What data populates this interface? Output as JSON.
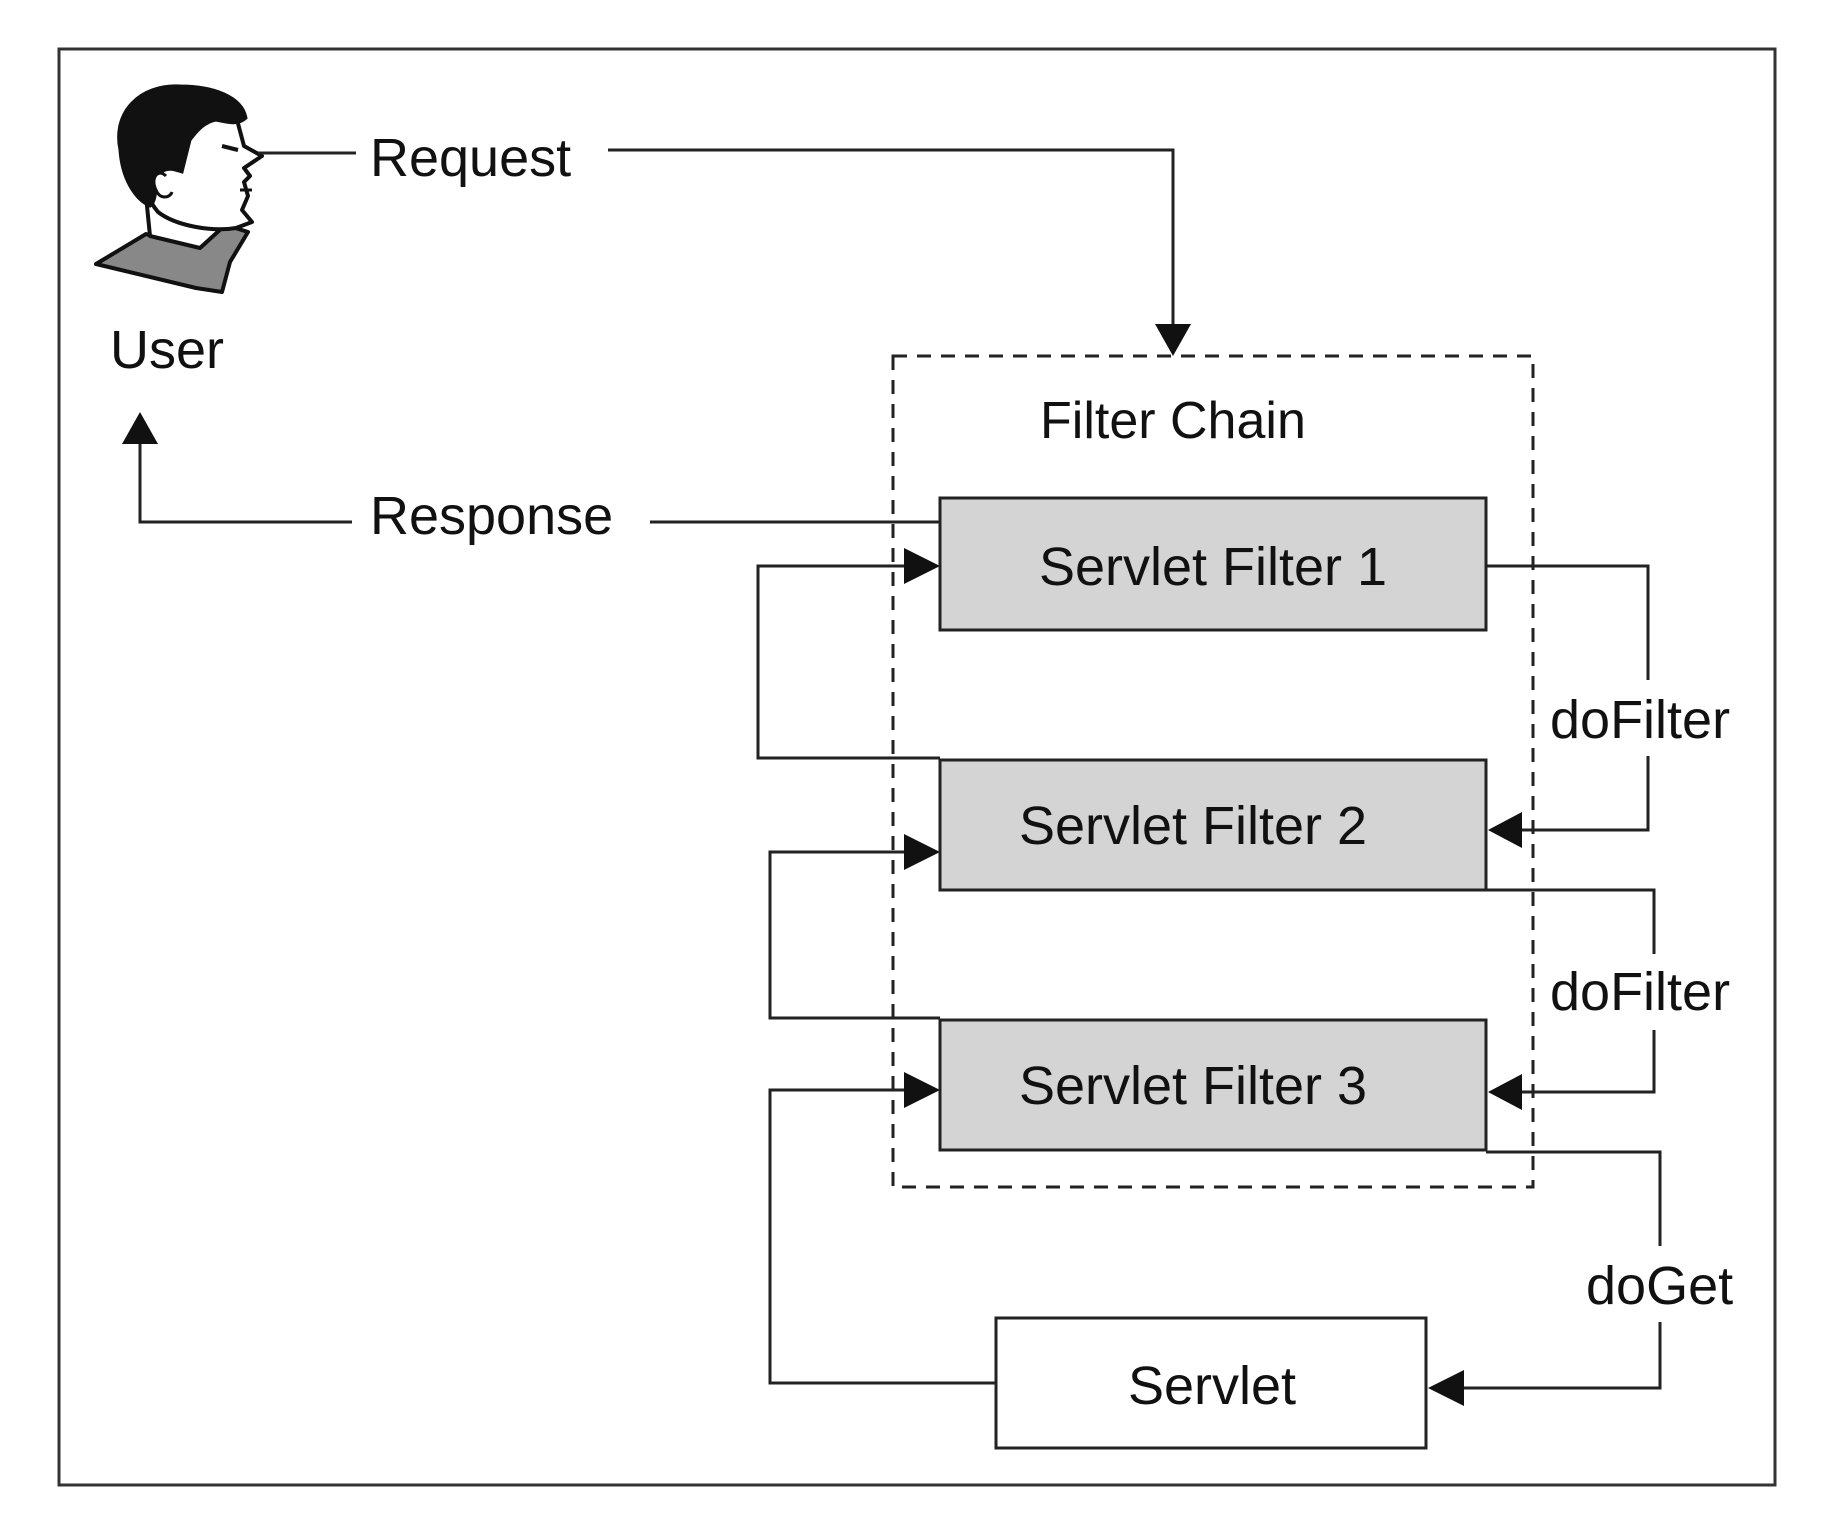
{
  "user": {
    "label": "User"
  },
  "arrows": {
    "request": "Request",
    "response": "Response",
    "do_filter_1": "doFilter",
    "do_filter_2": "doFilter",
    "do_get": "doGet"
  },
  "filter_chain": {
    "title": "Filter Chain",
    "filters": [
      "Servlet Filter 1",
      "Servlet Filter 2",
      "Servlet Filter 3"
    ]
  },
  "servlet": {
    "label": "Servlet"
  },
  "colors": {
    "filter_fill": "#d4d4d4",
    "stroke": "#222222",
    "background": "#ffffff"
  },
  "icons": {
    "user": "person-head-icon"
  }
}
